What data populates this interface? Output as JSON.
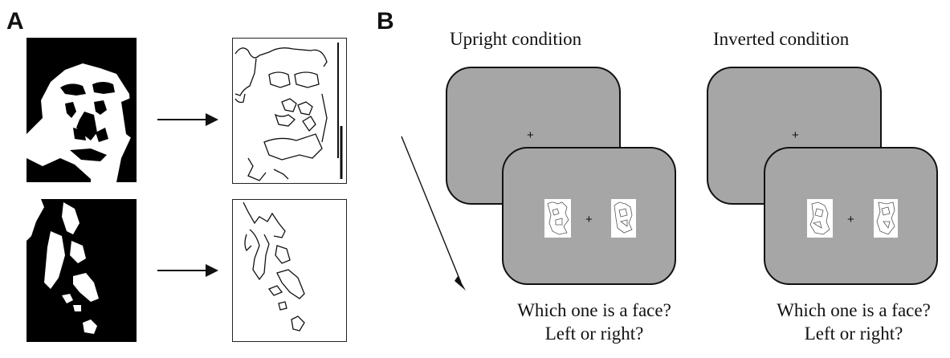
{
  "panels": {
    "a": {
      "letter": "A"
    },
    "b": {
      "letter": "B"
    }
  },
  "conditions": [
    {
      "title": "Upright condition",
      "fixation": "+",
      "question_line1": "Which one is a face?",
      "question_line2": "Left or right?"
    },
    {
      "title": "Inverted condition",
      "fixation": "+",
      "question_line1": "Which one is a face?",
      "question_line2": "Left or right?"
    }
  ],
  "colors": {
    "screen_gray": "#a6a6a6",
    "ink": "#111111",
    "thumb_white": "#ffffff"
  }
}
